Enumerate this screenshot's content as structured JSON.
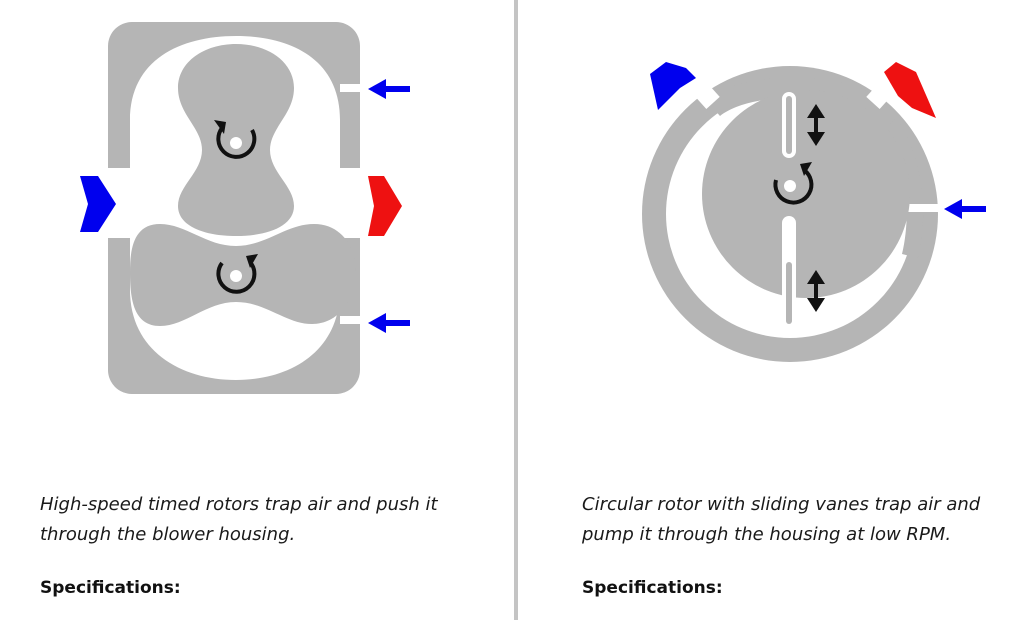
{
  "colors": {
    "housing": "#b5b5b5",
    "background": "#ffffff",
    "inlet_arrow": "#0000ee",
    "outlet_arrow": "#ee1111",
    "rotation_arrow": "#111111",
    "divider": "#c4c4c4"
  },
  "left": {
    "caption_line1": "High-speed timed rotors trap air and push it",
    "caption_line2": "through the blower housing.",
    "spec_heading": "Specifications:"
  },
  "right": {
    "caption_line1": "Circular rotor with sliding vanes trap air and",
    "caption_line2": "pump it through the housing at low RPM.",
    "spec_heading": "Specifications:"
  }
}
